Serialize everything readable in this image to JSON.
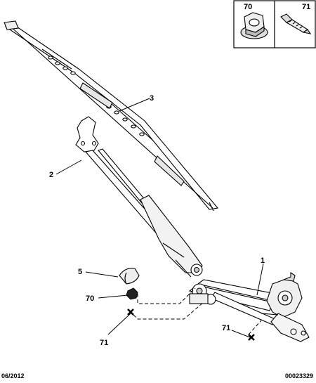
{
  "inset_parts": [
    {
      "ref": "70",
      "icon": "flange-nut-icon"
    },
    {
      "ref": "71",
      "icon": "screw-icon"
    }
  ],
  "callouts": {
    "c3": "3",
    "c2": "2",
    "c1": "1",
    "c5": "5",
    "c70": "70",
    "c71_left": "71",
    "c71_right": "71"
  },
  "footer": {
    "date": "06/2012",
    "reference": "00023329"
  }
}
